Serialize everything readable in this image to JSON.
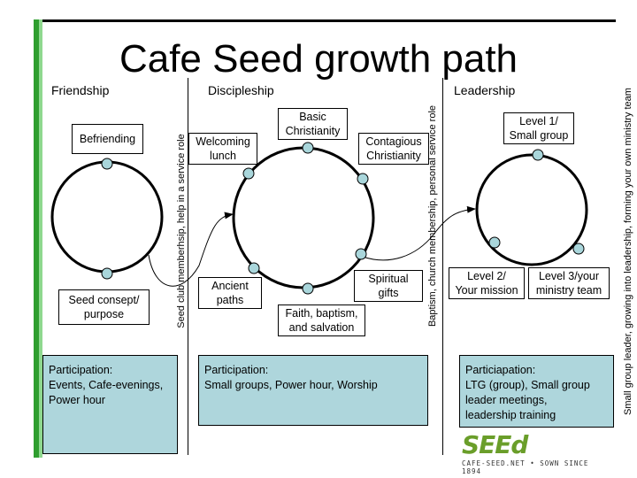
{
  "title": "Cafe Seed growth path",
  "columns": {
    "friendship": "Friendship",
    "discipleship": "Discipleship",
    "leadership": "Leadership"
  },
  "friendship": {
    "top_box": "Befriending",
    "bottom_box": [
      "Seed consept/",
      "purpose"
    ],
    "panel": [
      "Participation:",
      "Events, Cafe-evenings,",
      "Power hour"
    ]
  },
  "discipleship": {
    "boxes": {
      "basic": [
        "Basic",
        "Christianity"
      ],
      "welcoming": [
        "Welcoming",
        "lunch"
      ],
      "contagious": [
        "Contagious",
        "Christianity"
      ],
      "ancient": [
        "Ancient",
        "paths"
      ],
      "spiritual": [
        "Spiritual",
        "gifts"
      ],
      "faith": [
        "Faith, baptism,",
        "and salvation"
      ]
    },
    "panel": [
      "Participation:",
      "Small groups, Power hour, Worship"
    ]
  },
  "leadership": {
    "top_box": [
      "Level 1/",
      "Small group"
    ],
    "level2": [
      "Level 2/",
      "Your mission"
    ],
    "level3": [
      "Level 3/your",
      "ministry team"
    ],
    "panel": [
      "Particiapation:",
      "LTG (group), Small group",
      "leader meetings,",
      "leadership training"
    ]
  },
  "vertical_labels": {
    "left": "Seed club memberhsip, help in a service role",
    "middle": "Baptism, church membership, personal service role",
    "right": "Small group leader, growing into leadership, forming your own ministry team"
  },
  "logo": {
    "word": "SEEd",
    "tagline": "CAFE-SEED.NET • SOWN SINCE 1894"
  },
  "colors": {
    "panel": "#aed6dc",
    "node": "#a9d6db",
    "accent_green": "#2f9e2f",
    "logo_green": "#6a9e2a"
  }
}
